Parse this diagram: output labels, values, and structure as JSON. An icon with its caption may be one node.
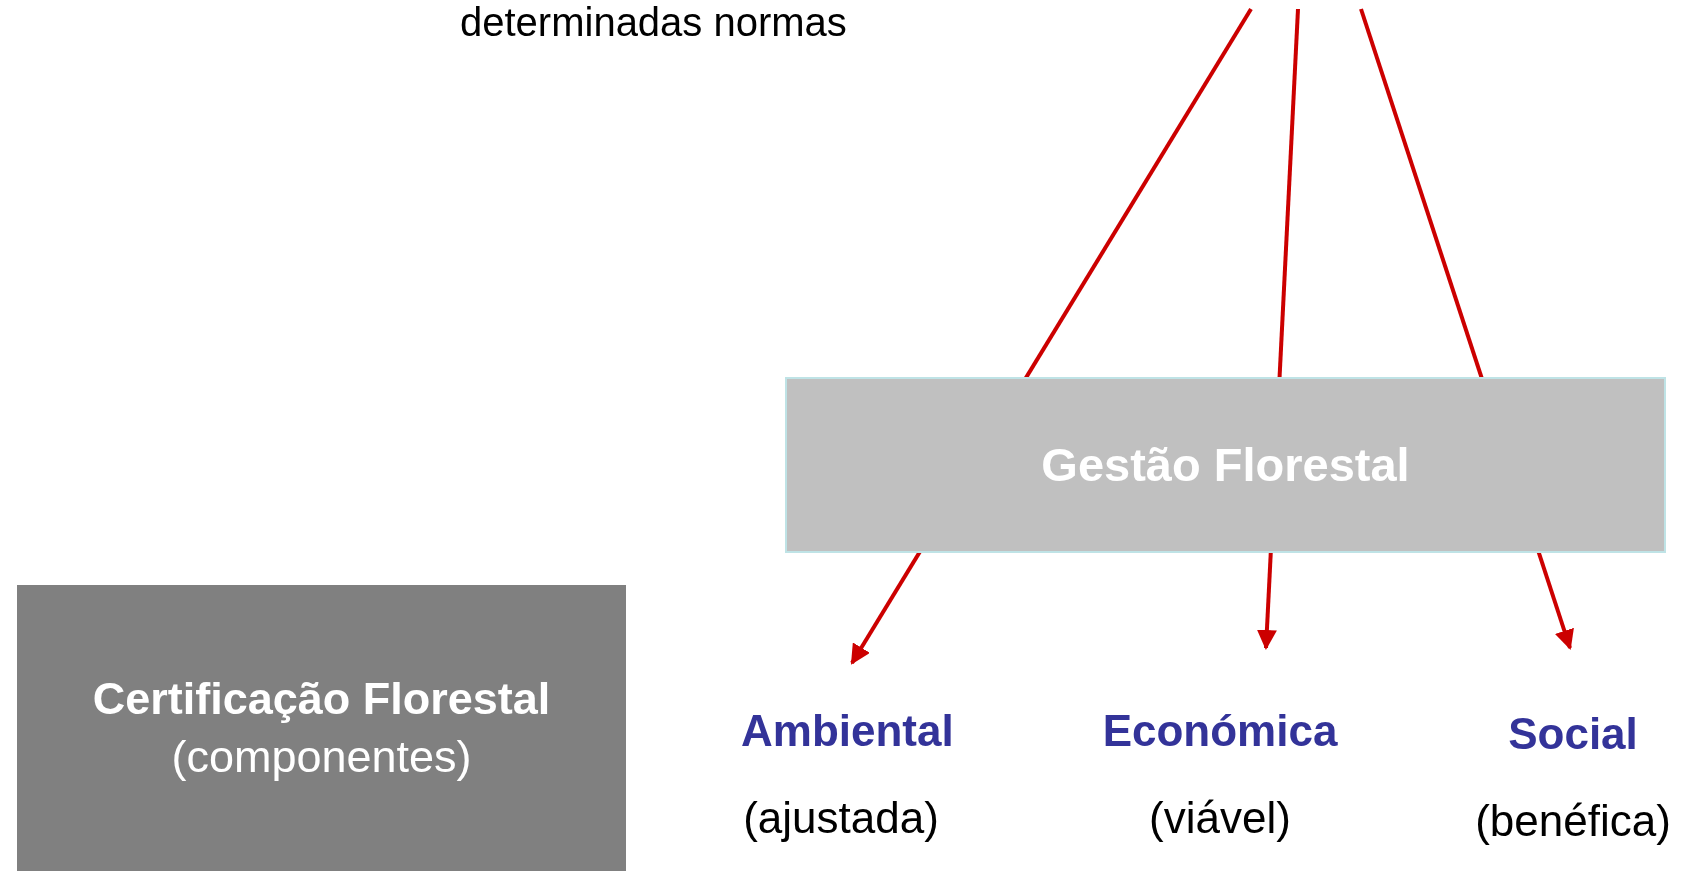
{
  "diagram": {
    "nodes": [
      {
        "text": [
          "Gestão Florestal"
        ]
      },
      {
        "text": [
          "Certificação Florestal",
          "(componentes)"
        ]
      },
      {
        "text": [
          "Ambiental"
        ],
        "beside": [
          "(ajustada)"
        ]
      },
      {
        "text": [
          "Económica"
        ],
        "beside": [
          "(viável)"
        ]
      },
      {
        "text": [
          "Social"
        ],
        "beside": [
          "(benéfica)"
        ]
      }
    ],
    "edges": [
      {
        "from": null,
        "to": 2,
        "arrow": "to",
        "color": "#cc0000"
      },
      {
        "from": null,
        "to": 3,
        "arrow": "to",
        "color": "#cc0000"
      },
      {
        "from": null,
        "to": 4,
        "arrow": "to",
        "color": "#cc0000"
      }
    ],
    "labels": [
      "determinadas normas"
    ]
  }
}
